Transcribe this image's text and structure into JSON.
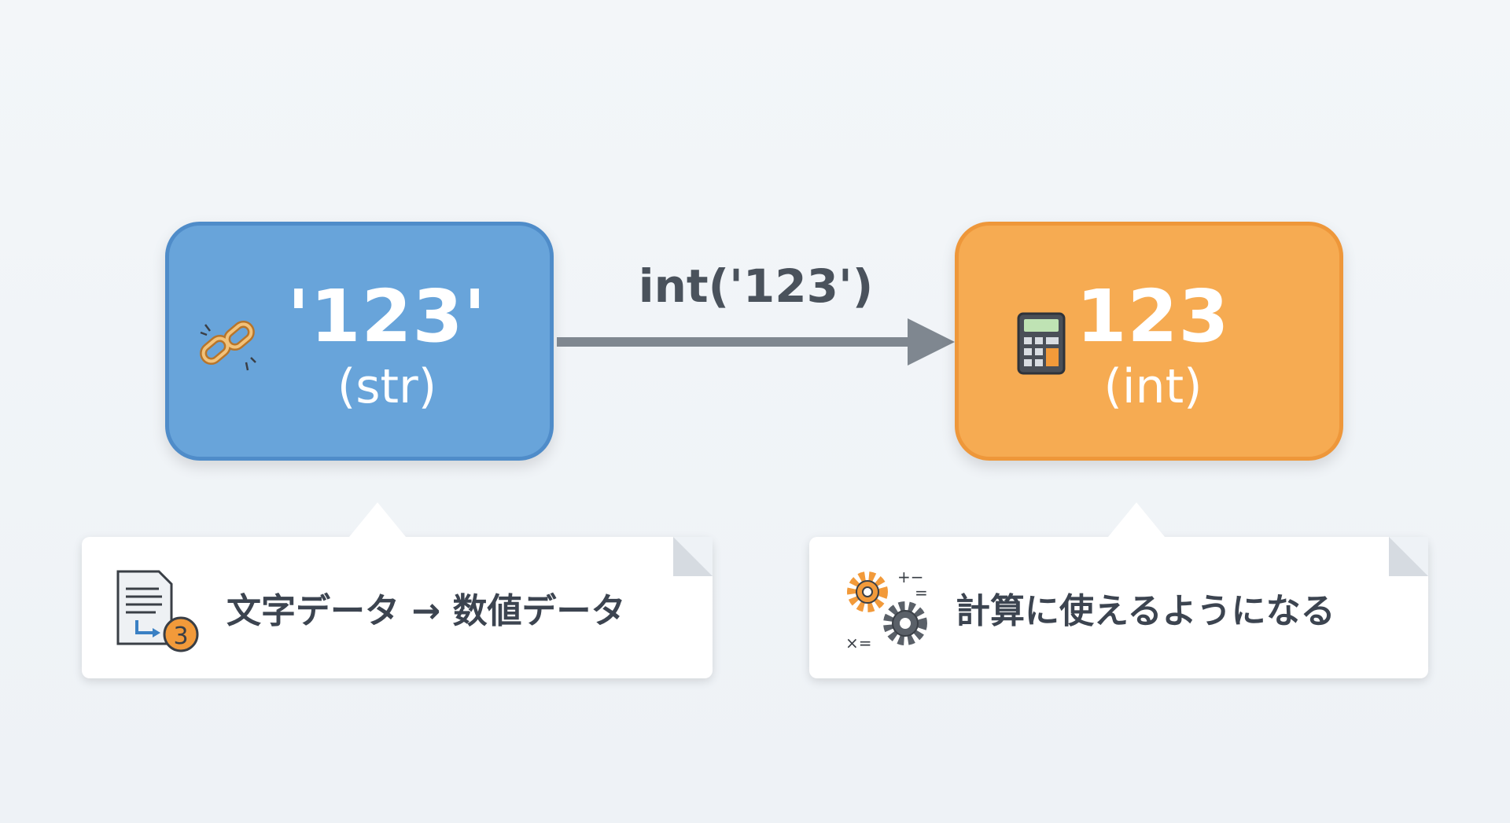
{
  "source": {
    "value": "'123'",
    "type": "(str)",
    "icon": "broken-chain-icon",
    "color": "#68a4da"
  },
  "conversion": {
    "label": "int('123')",
    "icon": "arrow-right-icon"
  },
  "target": {
    "value": "123",
    "type": "(int)",
    "icon": "calculator-icon",
    "color": "#f6ab52"
  },
  "notes": [
    {
      "text": "文字データ → 数値データ",
      "icon": "document-convert-icon",
      "badge": "3"
    },
    {
      "text": "計算に使えるようになる",
      "icon": "gears-math-icon"
    }
  ]
}
